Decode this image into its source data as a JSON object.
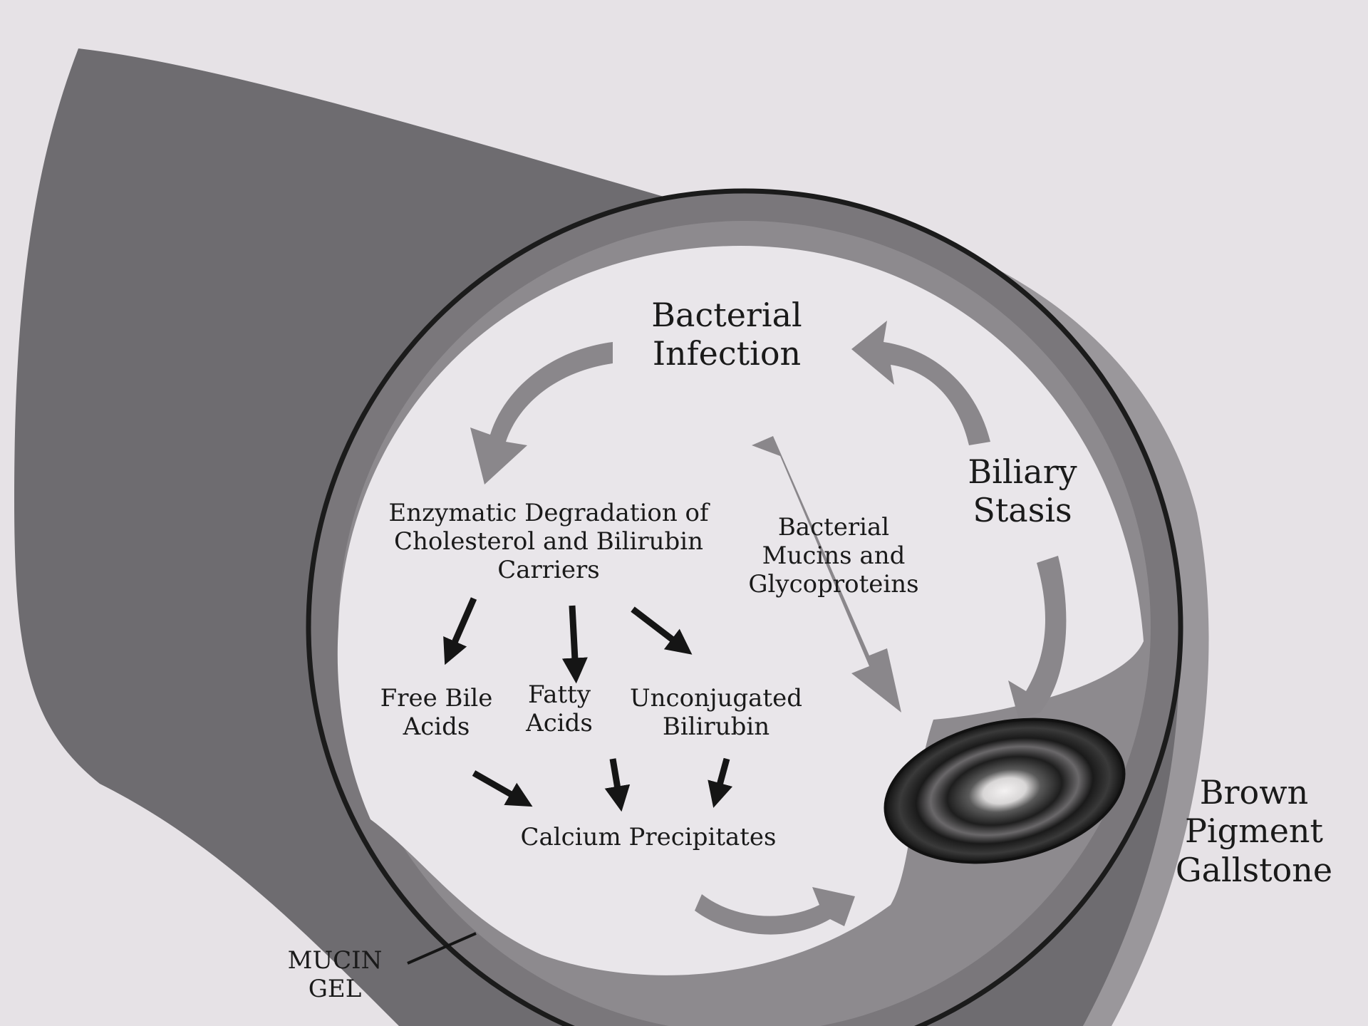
{
  "colors": {
    "background": "#e6e2e6",
    "duct_wall": "#6e6c70",
    "duct_inner_band": "#9a979b",
    "lumen": "#e9e6ea",
    "outline": "#1b1b1b",
    "cycle_arrow": "#8a878b",
    "text": "#1a1a1a"
  },
  "labels": {
    "bacterial_infection": "Bacterial\nInfection",
    "biliary_stasis": "Biliary\nStasis",
    "enzymatic_degradation": "Enzymatic Degradation of\nCholesterol and Bilirubin\nCarriers",
    "bacterial_mucins": "Bacterial\nMucins and\nGlycoproteins",
    "free_bile_acids": "Free Bile\nAcids",
    "fatty_acids": "Fatty\nAcids",
    "unconjugated_bilirubin": "Unconjugated\nBilirubin",
    "calcium_precipitates": "Calcium Precipitates",
    "brown_pigment_gallstone": "Brown\nPigment\nGallstone",
    "mucin_gel": "MUCIN\nGEL"
  },
  "icons": {
    "cycle_arrows": "curved-arrow-icon",
    "flow_arrows": "arrow-icon",
    "gallstone": "gallstone-icon"
  }
}
